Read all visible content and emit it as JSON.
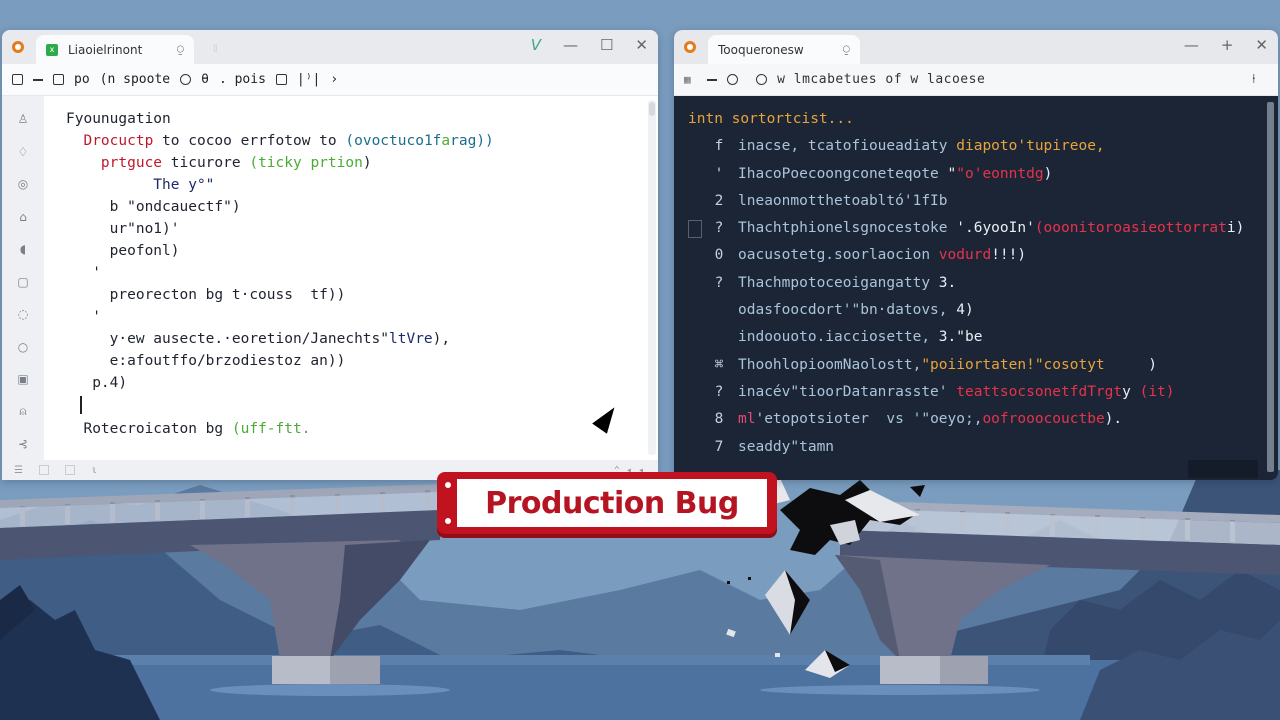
{
  "scene": {
    "sign_text": "Production Bug",
    "colors": {
      "sky": "#7c9dbd",
      "water": "#4d72a0",
      "bridge_deck": "#4c5672",
      "pier": "#6f7288",
      "sign_red": "#c1121f",
      "sign_text": "#b51422"
    }
  },
  "left_window": {
    "tab_title": "Liaoielrinont",
    "tab_favicon": "x",
    "window_controls": {
      "check": "V",
      "minimize": "—",
      "maximize": "☐",
      "close": "✕"
    },
    "toolbar": {
      "items_text": [
        "po",
        "(n spoote",
        "ʘ",
        "θ",
        ". pois",
        "|⁾|",
        "›"
      ]
    },
    "activity_bar": [
      {
        "name": "person-icon",
        "glyph": "♙"
      },
      {
        "name": "pin-icon",
        "glyph": "♢"
      },
      {
        "name": "chat-icon",
        "glyph": "◎"
      },
      {
        "name": "bag-icon",
        "glyph": "⌂"
      },
      {
        "name": "speech-icon",
        "glyph": "◖"
      },
      {
        "name": "file-icon",
        "glyph": "▢"
      },
      {
        "name": "globe-icon",
        "glyph": "◌"
      },
      {
        "name": "circle-icon",
        "glyph": "○"
      },
      {
        "name": "image-icon",
        "glyph": "▣"
      },
      {
        "name": "lock-icon",
        "glyph": "⍝"
      },
      {
        "name": "debug-icon",
        "glyph": "⊰"
      }
    ],
    "code_lines": [
      [
        {
          "t": "Fyounugation",
          "c": ""
        }
      ],
      [
        {
          "t": "  ",
          "c": ""
        },
        {
          "t": "Drocuctp",
          "c": "red"
        },
        {
          "t": " to cocoo errfotow to ",
          "c": ""
        },
        {
          "t": "(ovoctuco1f",
          "c": "teal"
        },
        {
          "t": "a",
          "c": "green"
        },
        {
          "t": "rag))",
          "c": "teal"
        }
      ],
      [
        {
          "t": "    ",
          "c": ""
        },
        {
          "t": "prtguce",
          "c": "red"
        },
        {
          "t": " ticurore ",
          "c": ""
        },
        {
          "t": "(ticky prtion",
          "c": "green"
        },
        {
          "t": ")",
          "c": ""
        }
      ],
      [
        {
          "t": "          The y°\"",
          "c": "navy"
        }
      ],
      [
        {
          "t": "     b \"ondcauectf\")",
          "c": ""
        }
      ],
      [
        {
          "t": "     ur\"no1)'",
          "c": ""
        }
      ],
      [
        {
          "t": "     peofonl)",
          "c": ""
        }
      ],
      [
        {
          "t": "   '",
          "c": ""
        }
      ],
      [
        {
          "t": "     preorecton bg t·couss  tf))",
          "c": ""
        }
      ],
      [
        {
          "t": "   '",
          "c": ""
        }
      ],
      [
        {
          "t": "     y·ew ausecte.·eoretion/Janechts\"",
          "c": ""
        },
        {
          "t": "ltVre",
          "c": "navy"
        },
        {
          "t": "),",
          "c": ""
        }
      ],
      [
        {
          "t": "     e:afoutffo/brzodiestoz an))",
          "c": ""
        }
      ],
      [
        {
          "t": "   p.4)",
          "c": ""
        }
      ],
      [
        {
          "t": "",
          "c": "cursor"
        }
      ],
      [
        {
          "t": "  Rotecroicaton bg ",
          "c": ""
        },
        {
          "t": "(uff-ftt.",
          "c": "green"
        }
      ]
    ]
  },
  "right_window": {
    "tab_title": "Tooqueronesw",
    "window_controls": {
      "minimize": "—",
      "add": "+",
      "close": "✕"
    },
    "toolbar": {
      "text": "w  lmcabetues of  w  lacoese",
      "pin": "⍿"
    },
    "terminal_lines": [
      {
        "num": "",
        "indent": false,
        "gutter": false,
        "parts": [
          {
            "t": "intn ",
            "c": "orange"
          },
          {
            "t": "sortortcist...",
            "c": "orange"
          }
        ]
      },
      {
        "num": "f",
        "indent": true,
        "gutter": false,
        "parts": [
          {
            "t": "inacse, tcatofioueadiaty ",
            "c": ""
          },
          {
            "t": "diapoto'tupireoe,",
            "c": "orange"
          }
        ]
      },
      {
        "num": "'",
        "indent": true,
        "gutter": false,
        "parts": [
          {
            "t": "IhacoPoecoongconeteqote ",
            "c": ""
          },
          {
            "t": "\"",
            "c": "white"
          },
          {
            "t": "\"o'eonntdg",
            "c": "red"
          },
          {
            "t": ")",
            "c": "white"
          }
        ]
      },
      {
        "num": "2",
        "indent": true,
        "gutter": false,
        "parts": [
          {
            "t": "lneaonmotthetoabltó'1fIb",
            "c": ""
          }
        ]
      },
      {
        "num": "?",
        "indent": true,
        "gutter": true,
        "parts": [
          {
            "t": "Thachtphionelsgnocestoke ",
            "c": ""
          },
          {
            "t": "'.6yooIn'",
            "c": "white"
          },
          {
            "t": "(ooonitoroasieottorrat",
            "c": "red"
          },
          {
            "t": "i)",
            "c": "white"
          }
        ]
      },
      {
        "num": "0",
        "indent": true,
        "gutter": false,
        "parts": [
          {
            "t": "oacusotetg.soorlaocion ",
            "c": ""
          },
          {
            "t": "vodurd",
            "c": "red"
          },
          {
            "t": "!!!)",
            "c": "white"
          }
        ]
      },
      {
        "num": "?",
        "indent": true,
        "gutter": false,
        "parts": [
          {
            "t": "Thachmpotoceoigangatty ",
            "c": ""
          },
          {
            "t": "3.",
            "c": "white"
          }
        ]
      },
      {
        "num": "",
        "indent": true,
        "gutter": false,
        "parts": [
          {
            "t": "odasfoocdort'\"bn·datovs, ",
            "c": ""
          },
          {
            "t": "4)",
            "c": "white"
          }
        ]
      },
      {
        "num": "",
        "indent": true,
        "gutter": false,
        "parts": [
          {
            "t": "indoouoto.iacciosette, ",
            "c": ""
          },
          {
            "t": "3.\"be",
            "c": "white"
          }
        ]
      },
      {
        "num": "⌘",
        "indent": true,
        "gutter": false,
        "parts": [
          {
            "t": "ThoohlopioomNaolostt,",
            "c": ""
          },
          {
            "t": "\"poiiortaten!\"cosotyt",
            "c": "orange"
          },
          {
            "t": "     )",
            "c": "white"
          }
        ]
      },
      {
        "num": "?",
        "indent": true,
        "gutter": false,
        "parts": [
          {
            "t": "inacév\"tioorDatanrasste' ",
            "c": ""
          },
          {
            "t": "teattsocsonetfdTrgt",
            "c": "red"
          },
          {
            "t": "y ",
            "c": "white"
          },
          {
            "t": "(it)",
            "c": "red"
          }
        ]
      },
      {
        "num": "8",
        "indent": true,
        "gutter": false,
        "parts": [
          {
            "t": "ml",
            "c": "pink"
          },
          {
            "t": "'etopotsioter  vs '\"oeyo;,",
            "c": ""
          },
          {
            "t": "oofrooocouctbe",
            "c": "red"
          },
          {
            "t": ").",
            "c": "white"
          }
        ]
      },
      {
        "num": "7",
        "indent": true,
        "gutter": false,
        "parts": [
          {
            "t": "seaddy\"tamn",
            "c": ""
          }
        ]
      }
    ]
  }
}
